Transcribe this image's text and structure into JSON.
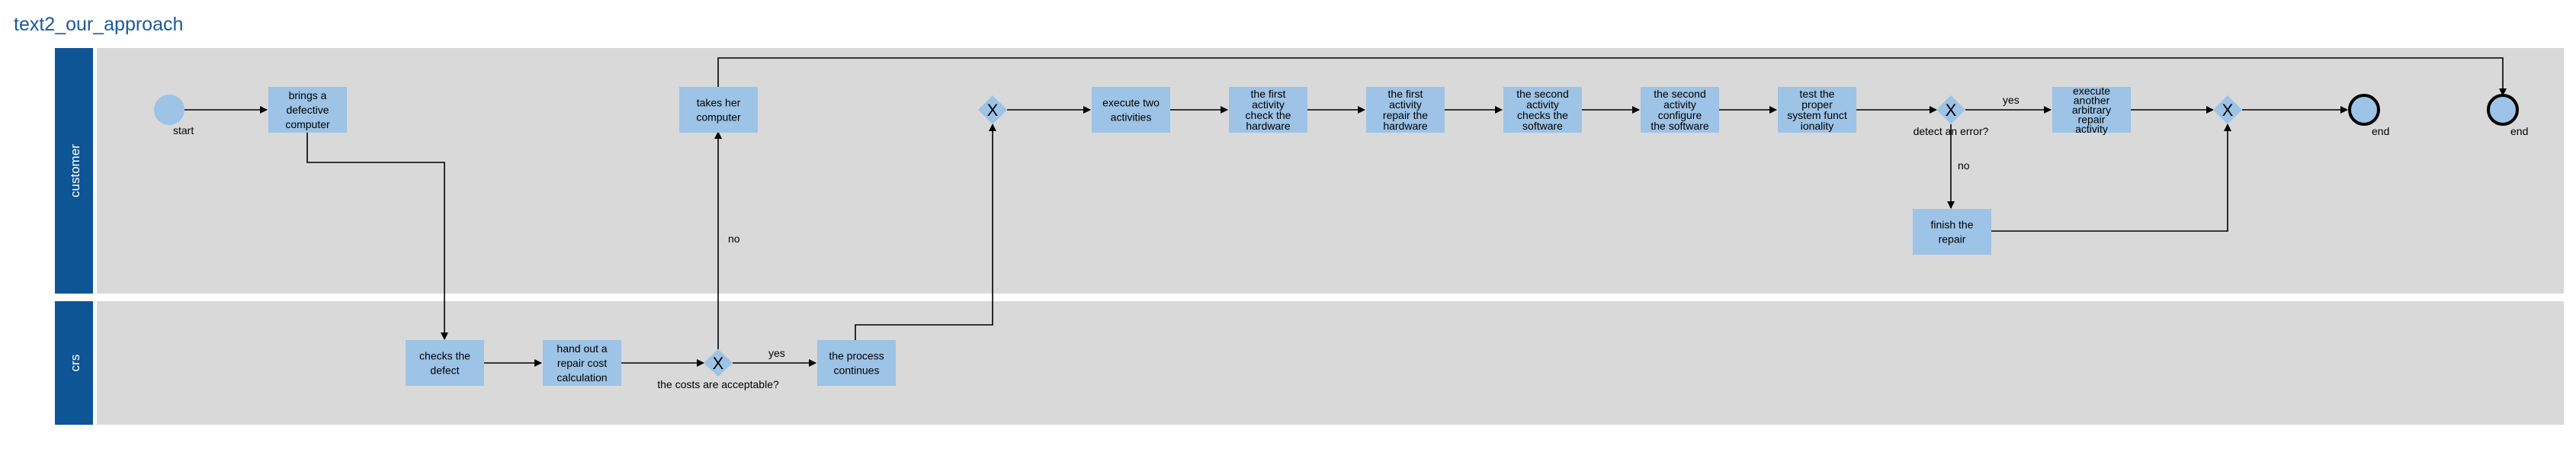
{
  "title": "text2_our_approach",
  "colors": {
    "lane_header": "#0e5596",
    "lane_body": "#d9d9d9",
    "task_fill": "#9dc3e6",
    "arrow": "#000000",
    "title": "#1a5a9a"
  },
  "lanes": [
    {
      "id": "customer",
      "label": "customer"
    },
    {
      "id": "crs",
      "label": "crs"
    }
  ],
  "tasks": [
    {
      "id": "t1",
      "lines": [
        "brings a",
        "defective",
        "computer"
      ]
    },
    {
      "id": "t2",
      "lines": [
        "takes her",
        "computer"
      ]
    },
    {
      "id": "t3",
      "lines": [
        "execute two",
        "activities"
      ]
    },
    {
      "id": "t4",
      "lines": [
        "the first",
        "activity",
        "check the",
        "hardware"
      ]
    },
    {
      "id": "t5",
      "lines": [
        "the first",
        "activity",
        "repair the",
        "hardware"
      ]
    },
    {
      "id": "t6",
      "lines": [
        "the second",
        "activity",
        "checks the",
        "software"
      ]
    },
    {
      "id": "t7",
      "lines": [
        "the second",
        "activity",
        "configure",
        "the software"
      ]
    },
    {
      "id": "t8",
      "lines": [
        "test the",
        "proper",
        "system funct",
        "ionality"
      ]
    },
    {
      "id": "t9",
      "lines": [
        "execute",
        "another",
        "arbitrary",
        "repair",
        "activity"
      ]
    },
    {
      "id": "t10",
      "lines": [
        "finish the",
        "repair"
      ]
    },
    {
      "id": "t11",
      "lines": [
        "checks the",
        "defect"
      ]
    },
    {
      "id": "t12",
      "lines": [
        "hand out a",
        "repair cost",
        "calculation"
      ]
    },
    {
      "id": "t13",
      "lines": [
        "the process",
        "continues"
      ]
    }
  ],
  "gateways": [
    {
      "id": "g1",
      "label": "the costs are acceptable?"
    },
    {
      "id": "g2",
      "label": ""
    },
    {
      "id": "g3",
      "label": "detect an error?"
    },
    {
      "id": "g4",
      "label": ""
    }
  ],
  "events": [
    {
      "id": "start",
      "label": "start"
    },
    {
      "id": "end1",
      "label": "end"
    },
    {
      "id": "end2",
      "label": "end"
    }
  ],
  "flow_labels": {
    "no_costs": "no",
    "yes_costs": "yes",
    "yes_error": "yes",
    "no_error": "no"
  }
}
